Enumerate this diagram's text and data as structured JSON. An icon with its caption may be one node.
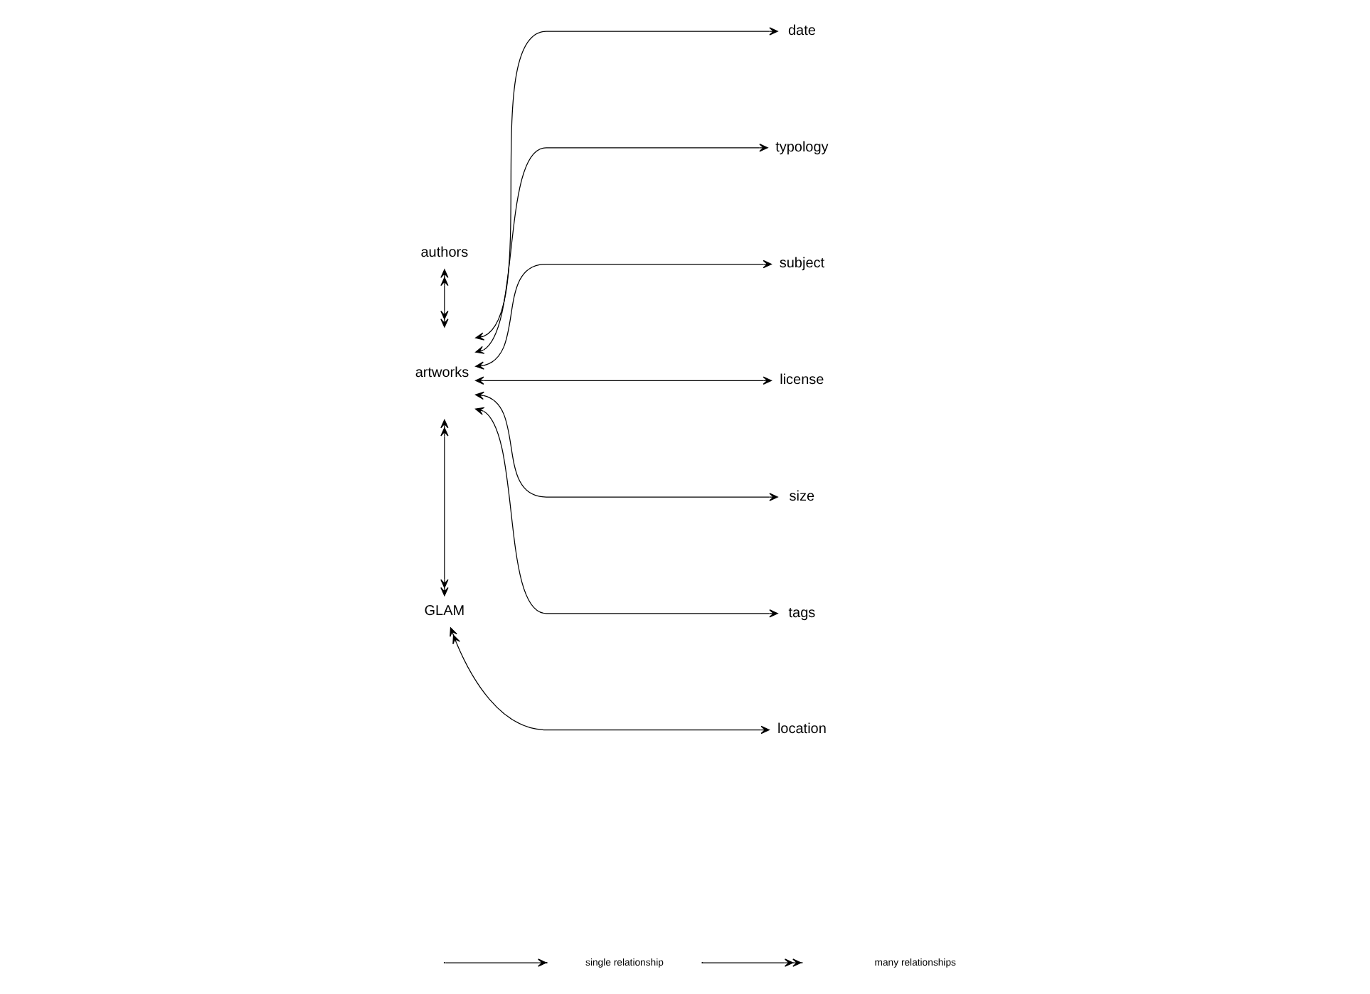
{
  "diagram": {
    "nodes": [
      {
        "text": [
          "authors"
        ]
      },
      {
        "text": [
          "artworks"
        ]
      },
      {
        "text": [
          "GLAM"
        ]
      },
      {
        "text": [
          "date"
        ]
      },
      {
        "text": [
          "typology"
        ]
      },
      {
        "text": [
          "subject"
        ]
      },
      {
        "text": [
          "license"
        ]
      },
      {
        "text": [
          "size"
        ]
      },
      {
        "text": [
          "tags"
        ]
      },
      {
        "text": [
          "location"
        ]
      }
    ],
    "edges": [
      {
        "from": 0,
        "to": 1,
        "arrow": "both"
      },
      {
        "from": 1,
        "to": 2,
        "arrow": "both"
      },
      {
        "from": 1,
        "to": 3,
        "arrow": "both"
      },
      {
        "from": 1,
        "to": 4,
        "arrow": "both"
      },
      {
        "from": 1,
        "to": 5,
        "arrow": "both"
      },
      {
        "from": 1,
        "to": 6,
        "arrow": "both"
      },
      {
        "from": 1,
        "to": 7,
        "arrow": "both"
      },
      {
        "from": 1,
        "to": 8,
        "arrow": "both"
      },
      {
        "from": 2,
        "to": 9,
        "arrow": "both"
      }
    ],
    "legend": [
      {
        "text": "single relationship"
      },
      {
        "text": "many relationships"
      }
    ]
  }
}
